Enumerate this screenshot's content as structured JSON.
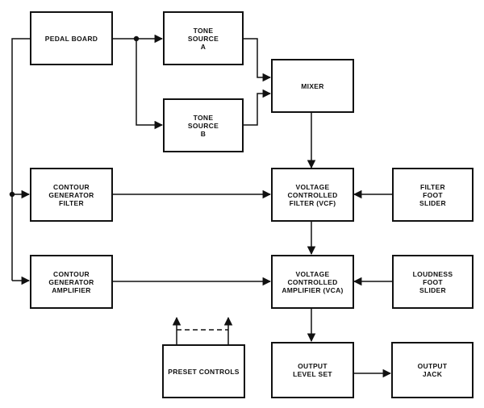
{
  "blocks": {
    "pedal_board": {
      "lines": [
        "PEDAL BOARD"
      ]
    },
    "tone_a": {
      "lines": [
        "TONE",
        "SOURCE",
        "A"
      ]
    },
    "tone_b": {
      "lines": [
        "TONE",
        "SOURCE",
        "B"
      ]
    },
    "mixer": {
      "lines": [
        "MIXER"
      ]
    },
    "cg_filter": {
      "lines": [
        "CONTOUR",
        "GENERATOR",
        "FILTER"
      ]
    },
    "vcf": {
      "lines": [
        "VOLTAGE",
        "CONTROLLED",
        "FILTER (VCF)"
      ]
    },
    "filter_slider": {
      "lines": [
        "FILTER",
        "FOOT",
        "SLIDER"
      ]
    },
    "cg_amp": {
      "lines": [
        "CONTOUR",
        "GENERATOR",
        "AMPLIFIER"
      ]
    },
    "vca": {
      "lines": [
        "VOLTAGE",
        "CONTROLLED",
        "AMPLIFIER (VCA)"
      ]
    },
    "loudness_slider": {
      "lines": [
        "LOUDNESS",
        "FOOT",
        "SLIDER"
      ]
    },
    "preset": {
      "lines": [
        "PRESET CONTROLS"
      ]
    },
    "output_level": {
      "lines": [
        "OUTPUT",
        "LEVEL SET"
      ]
    },
    "output_jack": {
      "lines": [
        "OUTPUT",
        "JACK"
      ]
    }
  }
}
